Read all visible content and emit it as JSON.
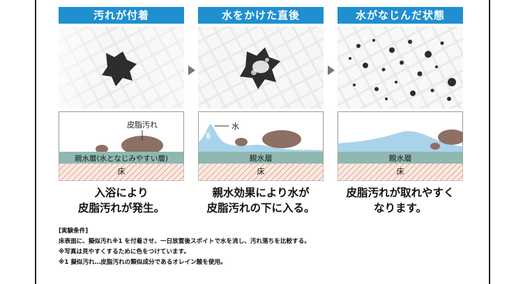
{
  "steps": [
    {
      "title": "汚れが付着",
      "diagram": {
        "label_dirt": "皮脂汚れ",
        "layer": "親水層(水となじみやすい層)",
        "floor": "床"
      },
      "caption_lines": [
        "入浴により",
        "皮脂汚れが発生。"
      ]
    },
    {
      "title": "水をかけた直後",
      "diagram": {
        "label_water": "水",
        "layer": "親水層",
        "floor": "床"
      },
      "caption_lines": [
        "親水効果により水が",
        "皮脂汚れの下に入る。"
      ]
    },
    {
      "title": "水がなじんだ状態",
      "diagram": {
        "layer": "親水層",
        "floor": "床"
      },
      "caption_lines": [
        "皮脂汚れが取れやすく",
        "なります。"
      ]
    }
  ],
  "conditions": {
    "heading": "[実験条件]",
    "lines": [
      "床表面に、擬似汚れ※1 を付着させ、一日放置後スポイトで水を流し、汚れ落ちを比較する。",
      "※写真は見やすくするために色をつけています。",
      "※1 擬似汚れ…皮脂汚れの類似成分であるオレイン酸を使用。"
    ]
  },
  "colors": {
    "title_bar": "#1f8fd0",
    "hydrophilic_layer": "#8fb8b0",
    "water": "#a9d3ea",
    "dirt": "#8e6f63"
  }
}
